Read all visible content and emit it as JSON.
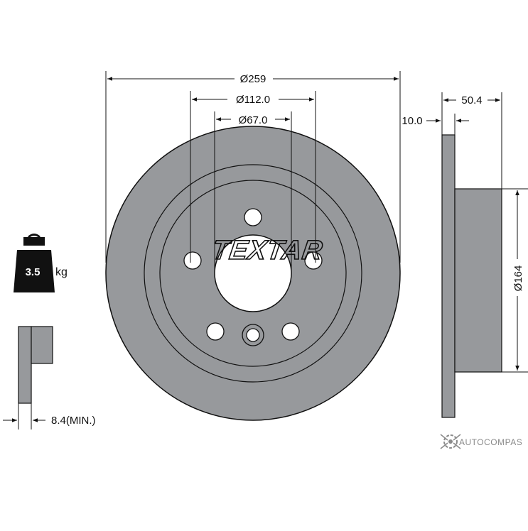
{
  "dimensions": {
    "outer_diameter": "Ø259",
    "bolt_circle": "Ø112.0",
    "center_bore": "Ø67.0",
    "thickness": "10.0",
    "total_height": "50.4",
    "hat_diameter": "Ø164",
    "min_thickness": "8.4(MIN.)"
  },
  "weight": {
    "value": "3.5",
    "unit": "kg"
  },
  "brand": "TEXTAR",
  "watermark": "AUTOCOMPAS",
  "colors": {
    "disc_fill": "#97999c",
    "line": "#111111",
    "background": "#ffffff"
  }
}
